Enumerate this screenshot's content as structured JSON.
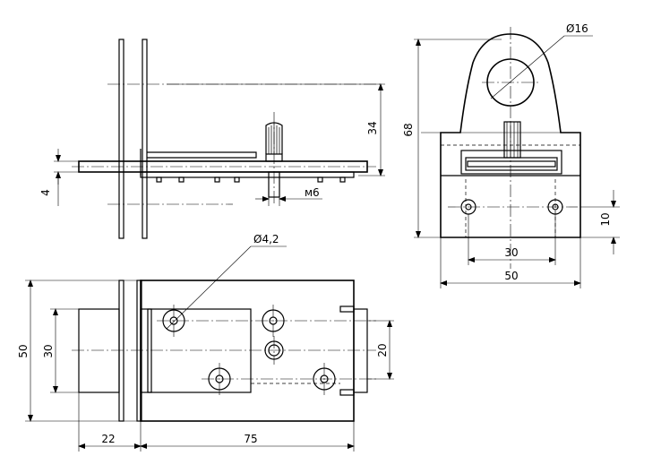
{
  "dimensions": {
    "dia_16": "Ø16",
    "height_68": "68",
    "offset_10": "10",
    "holes_30_front": "30",
    "width_50_front": "50",
    "height_34": "34",
    "thickness_4": "4",
    "thread_m6": "м6",
    "hole_dia_4_2": "Ø4,2",
    "width_50_plan": "50",
    "inner_30_plan": "30",
    "spacing_20": "20",
    "length_22": "22",
    "length_75": "75"
  }
}
